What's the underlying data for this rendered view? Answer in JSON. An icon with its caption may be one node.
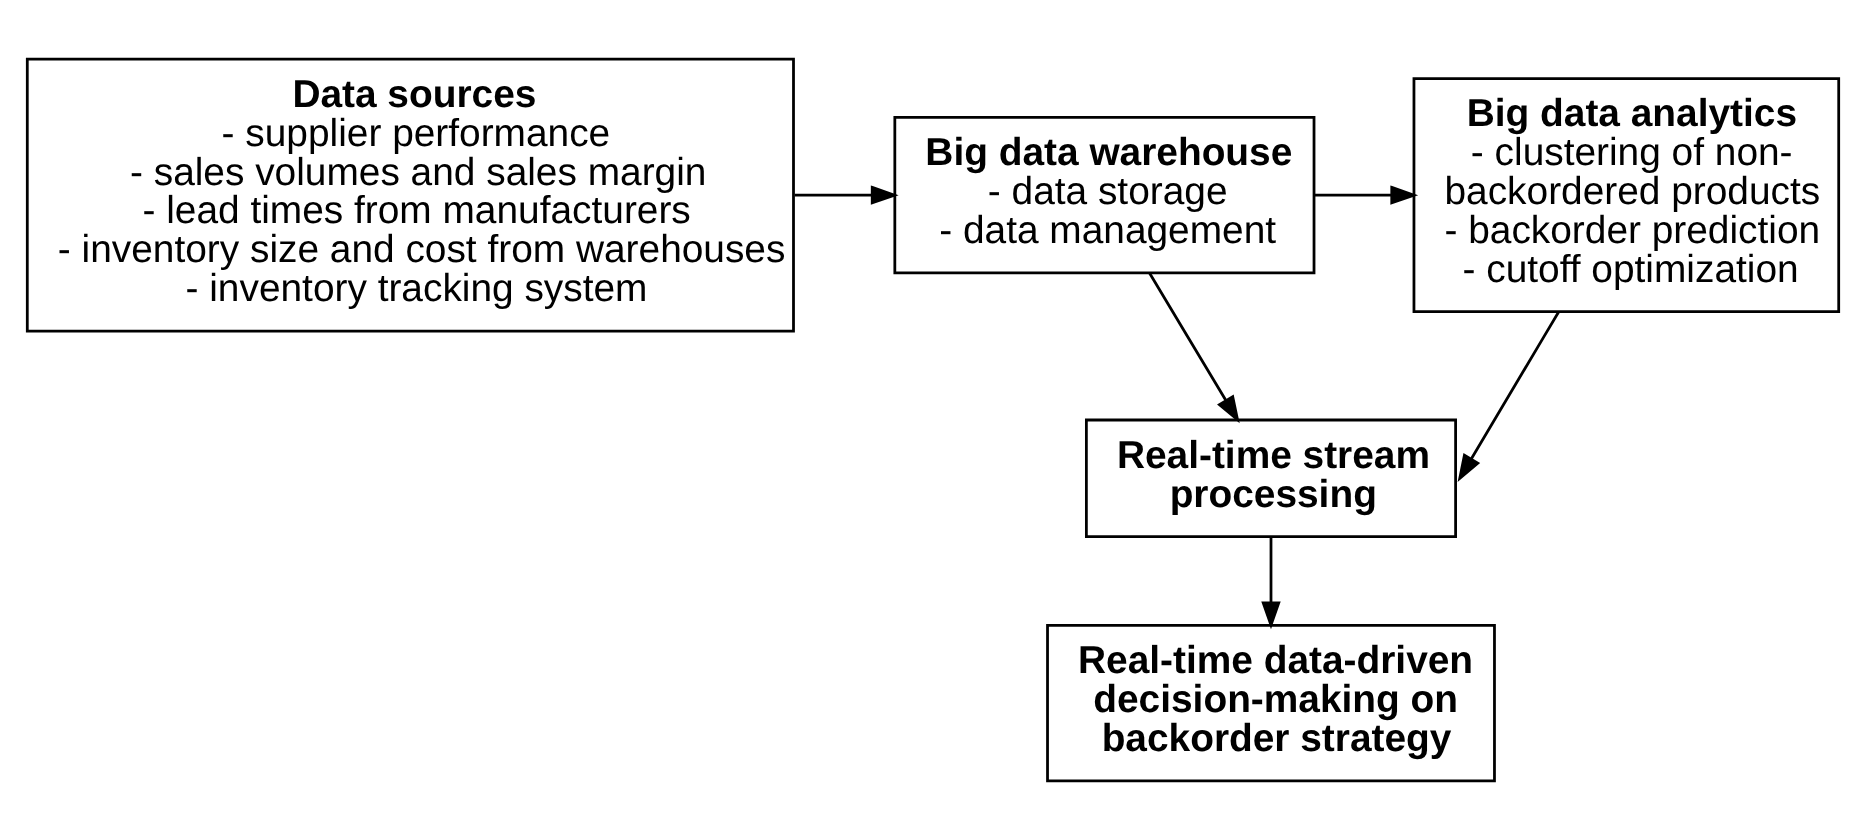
{
  "diagram": {
    "nodes": [
      {
        "text": [
          "Data sources",
          "- supplier performance",
          "- sales volumes and sales margin",
          "- lead times from manufacturers",
          "- inventory size and cost from warehouses",
          "- inventory tracking system"
        ]
      },
      {
        "text": [
          "Big data warehouse",
          "- data storage",
          "- data management"
        ]
      },
      {
        "text": [
          "Big data analytics",
          "- clustering of non-backordered products",
          "- backorder prediction",
          "- cutoff optimization"
        ]
      },
      {
        "text": [
          "Real-time stream processing"
        ]
      },
      {
        "text": [
          "Real-time data-driven decision-making on backorder strategy"
        ]
      }
    ],
    "edges": [
      {
        "from": 0,
        "to": 1,
        "arrow": "to"
      },
      {
        "from": 1,
        "to": 2,
        "arrow": "to"
      },
      {
        "from": 1,
        "to": 3,
        "arrow": "to"
      },
      {
        "from": 2,
        "to": 3,
        "arrow": "to"
      },
      {
        "from": 3,
        "to": 4,
        "arrow": "to"
      }
    ]
  }
}
